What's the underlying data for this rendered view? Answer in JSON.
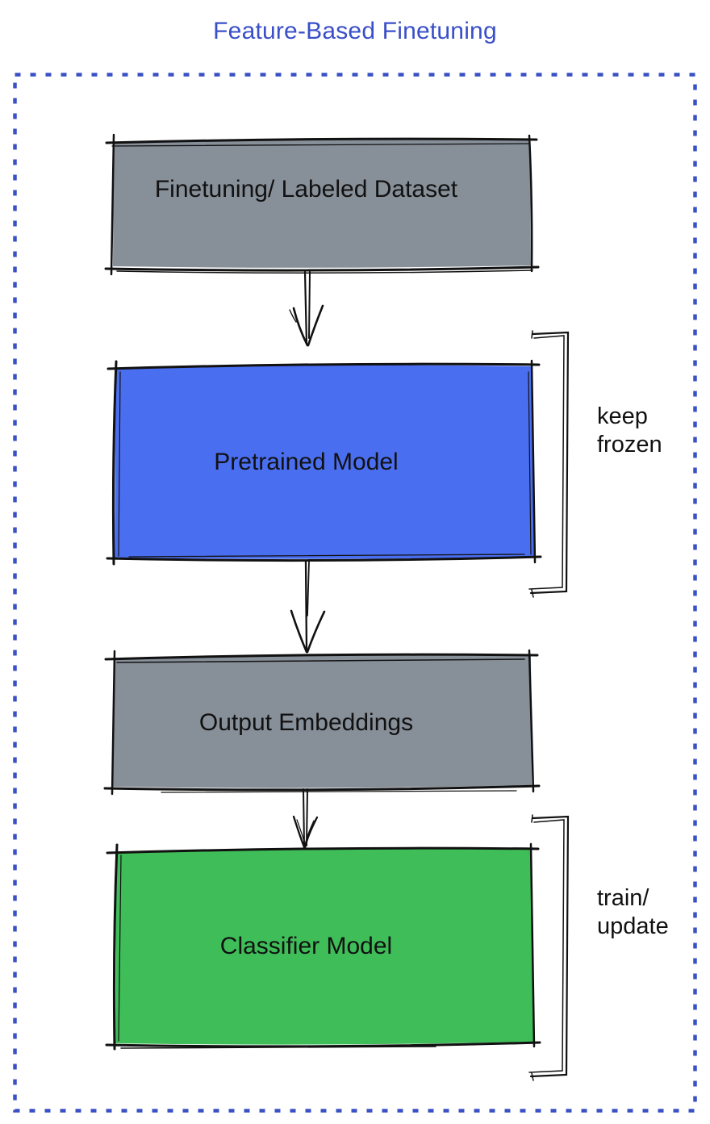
{
  "title": "Feature-Based Finetuning",
  "colors": {
    "title": "#3a4fc8",
    "border": "#3a51c6",
    "gray": "#878f99",
    "blue": "#4a6ef0",
    "green": "#3ebd58",
    "ink": "#111111"
  },
  "nodes": {
    "dataset": {
      "label": "Finetuning/ Labeled Dataset",
      "fill": "#878f99"
    },
    "pretrained": {
      "label": "Pretrained Model",
      "fill": "#4a6ef0"
    },
    "embeddings": {
      "label": "Output Embeddings",
      "fill": "#878f99"
    },
    "classifier": {
      "label": "Classifier Model",
      "fill": "#3ebd58"
    }
  },
  "annotations": {
    "frozen": {
      "line1": "keep",
      "line2": "frozen"
    },
    "train": {
      "line1": "train/",
      "line2": "update"
    }
  }
}
